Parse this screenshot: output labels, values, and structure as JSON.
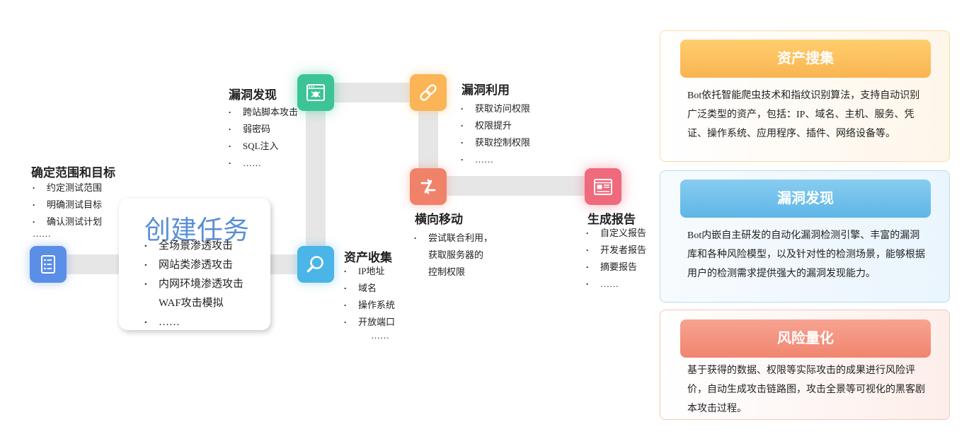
{
  "stages": {
    "scope": {
      "title": "确定范围和目标",
      "items": [
        "约定测试范围",
        "明确测试目标",
        "确认测试计划"
      ],
      "more": "……"
    },
    "task": {
      "title": "创建任务",
      "items": [
        "全场景渗透攻击",
        "网站类渗透攻击",
        "内网环境渗透攻击",
        "WAF攻击模拟",
        "……"
      ]
    },
    "discovery": {
      "title": "漏洞发现",
      "items": [
        "跨站脚本攻击",
        "弱密码",
        "SQL注入",
        "……"
      ]
    },
    "assets": {
      "title": "资产收集",
      "items": [
        "IP地址",
        "域名",
        "操作系统",
        "开放端口"
      ],
      "more": "……"
    },
    "exploit": {
      "title": "漏洞利用",
      "items": [
        "获取访问权限",
        "权限提升",
        "获取控制权限",
        "……"
      ]
    },
    "lateral": {
      "title": "横向移动",
      "items": [
        "尝试联合利用，",
        "获取服务器的",
        "控制权限"
      ]
    },
    "report": {
      "title": "生成报告",
      "items": [
        "自定义报告",
        "开发者报告",
        "摘要报告",
        "……"
      ]
    }
  },
  "icons": {
    "scope": "checklist-icon",
    "discovery": "bug-window-icon",
    "assets": "magnifier-icon",
    "exploit": "chain-link-icon",
    "lateral": "lateral-arrows-icon",
    "report": "newspaper-icon"
  },
  "panels": [
    {
      "title": "资产搜集",
      "text": "Bot依托智能爬虫技术和指纹识别算法，支持自动识别广泛类型的资产，包括：IP、域名、主机、服务、凭证、操作系统、应用程序、插件、网络设备等。"
    },
    {
      "title": "漏洞发现",
      "text": "Bot内嵌自主研发的自动化漏洞检测引擎、丰富的漏洞库和各种风险模型，以及针对性的检测场景，能够根据用户的检测需求提供强大的漏洞发现能力。"
    },
    {
      "title": "风险量化",
      "text": "基于获得的数据、权限等实际攻击的成果进行风险评价，自动生成攻击链路图，攻击全景等可视化的黑客剧本攻击过程。"
    }
  ],
  "colors": {
    "scope": "#5b8ee6",
    "discovery": "#3cc497",
    "assets": "#4ab5e6",
    "exploit": "#fbb456",
    "lateral": "#f0826a",
    "report": "#ee6a7c",
    "task_title": "#5a8fd6",
    "connector": "#e6e6e6"
  }
}
